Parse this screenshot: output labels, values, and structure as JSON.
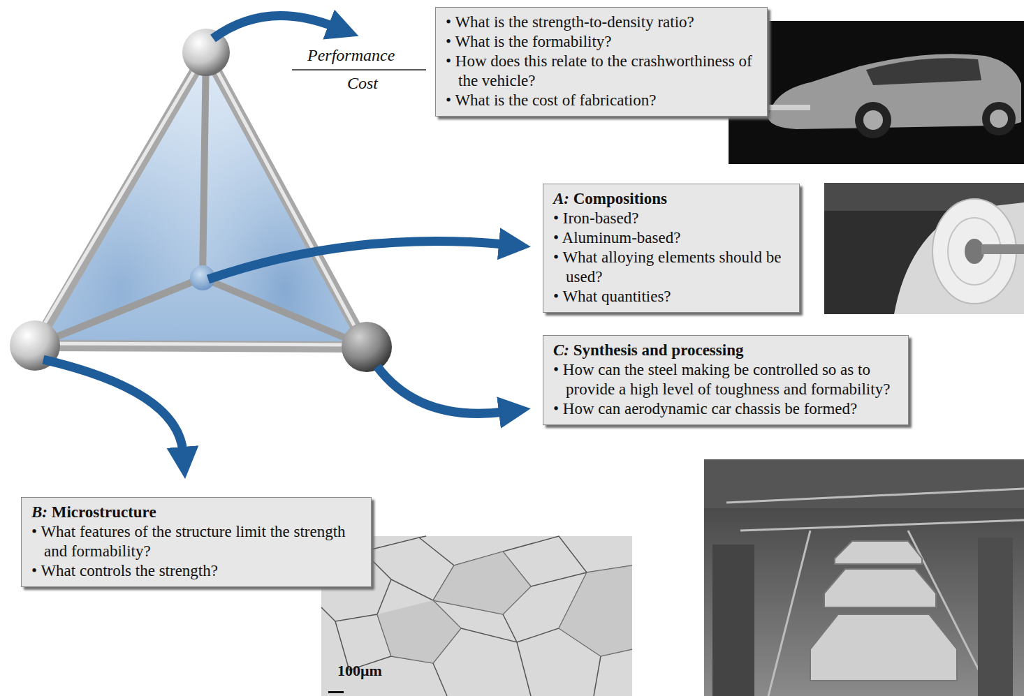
{
  "diagram": {
    "nodes": [
      {
        "text": [
          "• What is the strength-to-density ratio?",
          "• What is the formability?",
          "• How does this relate to the crashworthiness of the vehicle?",
          "• What is the cost of fabrication?"
        ]
      },
      {
        "text": [
          "A: Compositions",
          "• Iron-based?",
          "• Aluminum-based?",
          "• What alloying elements should be used?",
          "• What quantities?"
        ]
      },
      {
        "text": [
          "C: Synthesis and processing",
          "• How can the steel making be controlled so as to provide a high level of toughness and formability?",
          "• How can aerodynamic car chassis be formed?"
        ]
      },
      {
        "text": [
          "B: Microstructure",
          "• What features of the structure limit the strength and formability?",
          "• What controls the strength?"
        ]
      }
    ],
    "labels": [
      "Performance",
      "Cost",
      "100μm"
    ]
  }
}
